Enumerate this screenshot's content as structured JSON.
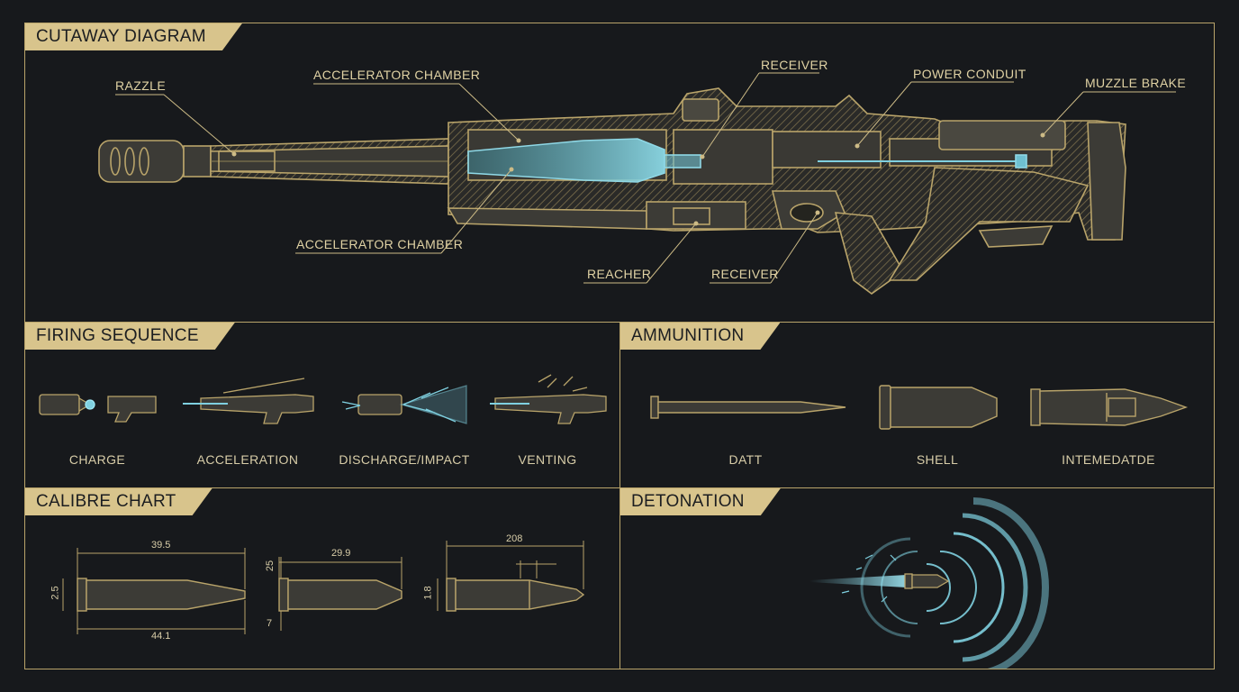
{
  "colors": {
    "background": "#17191c",
    "line_gold": "#b9a46a",
    "tab_gold": "#d8c48c",
    "energy_cyan": "#7fd0e0"
  },
  "cutaway": {
    "title": "CUTAWAY DIAGRAM",
    "callouts": {
      "razzle": "RAZZLE",
      "accelerator_chamber_top": "ACCELERATOR CHAMBER",
      "receiver_top": "RECEIVER",
      "power_conduit": "POWER CONDUIT",
      "muzzle_brake": "MUZZLE BRAKE",
      "accelerator_chamber_bottom": "ACCELERATOR CHAMBER",
      "reacher": "REACHER",
      "receiver_bottom": "RECEIVER"
    }
  },
  "firing_sequence": {
    "title": "FIRING SEQUENCE",
    "steps": [
      {
        "label": "CHARGE",
        "icon": "charge-icon"
      },
      {
        "label": "ACCELERATION",
        "icon": "acceleration-icon"
      },
      {
        "label": "DISCHARGE/IMPACT",
        "icon": "discharge-icon"
      },
      {
        "label": "VENTING",
        "icon": "venting-icon"
      }
    ]
  },
  "ammunition": {
    "title": "AMMUNITION",
    "types": [
      {
        "label": "DATT",
        "icon": "dart-round-icon"
      },
      {
        "label": "SHELL",
        "icon": "shell-round-icon"
      },
      {
        "label": "INTEMEDATDE",
        "icon": "intermediate-round-icon"
      }
    ]
  },
  "calibre_chart": {
    "title": "CALIBRE CHART",
    "rounds": [
      {
        "top": "39.5",
        "bottom": "44.1",
        "side": "2.5"
      },
      {
        "top": "29.9",
        "side_top": "25",
        "side_bottom": "7"
      },
      {
        "top": "208",
        "side": "1.8"
      }
    ]
  },
  "detonation": {
    "title": "DETONATION"
  }
}
